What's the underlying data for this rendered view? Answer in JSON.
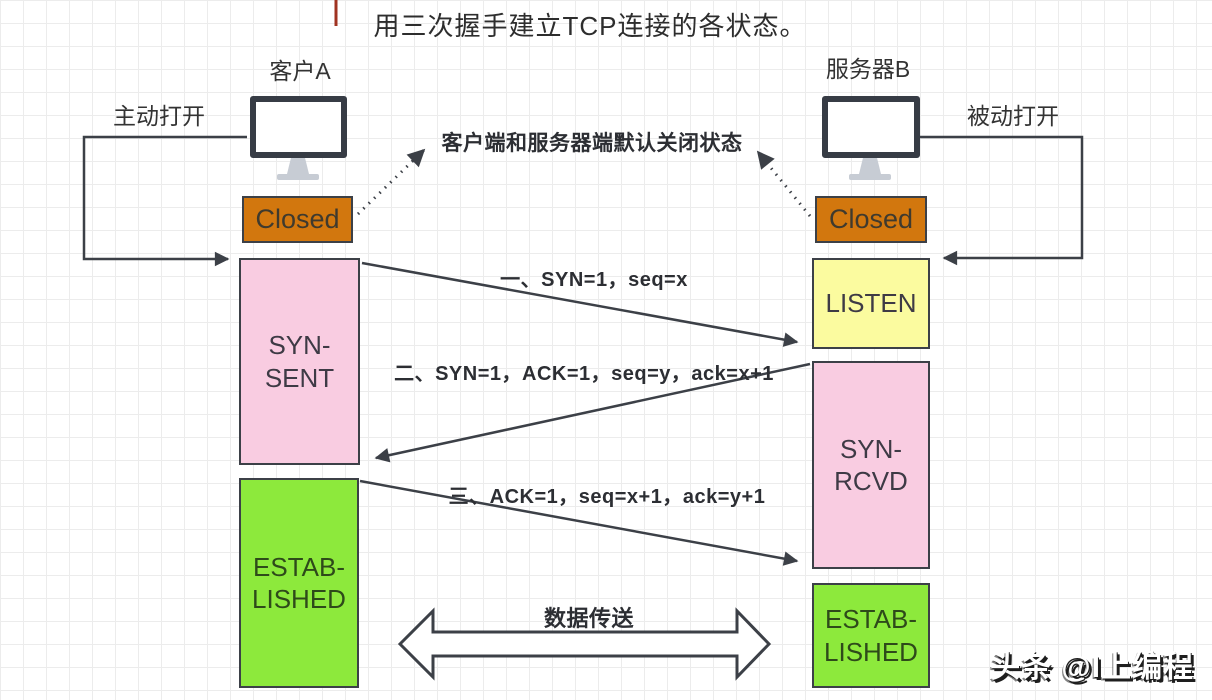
{
  "title": "用三次握手建立TCP连接的各状态。",
  "client": {
    "name": "客户A",
    "open_mode": "主动打开",
    "closed": "Closed",
    "syn_sent": {
      "line1": "SYN-",
      "line2": "SENT"
    },
    "established": {
      "line1": "ESTAB-",
      "line2": "LISHED"
    }
  },
  "server": {
    "name": "服务器B",
    "open_mode": "被动打开",
    "closed": "Closed",
    "listen": "LISTEN",
    "syn_rcvd": {
      "line1": "SYN-",
      "line2": "RCVD"
    },
    "established": {
      "line1": "ESTAB-",
      "line2": "LISHED"
    }
  },
  "annotations": {
    "default_closed": "客户端和服务器端默认关闭状态",
    "handshake_1": "一、SYN=1，seq=x",
    "handshake_2": "二、SYN=1，ACK=1，seq=y，ack=x+1",
    "handshake_3": "三、ACK=1，seq=x+1，ack=y+1",
    "data_transfer": "数据传送",
    "watermark": "头条 @I上编程"
  },
  "colors": {
    "closed_fill": "#d2770e",
    "listen_fill": "#fbfb9f",
    "syn_fill": "#f9cce1",
    "established_fill": "#8de93c",
    "line": "#3c4047"
  }
}
